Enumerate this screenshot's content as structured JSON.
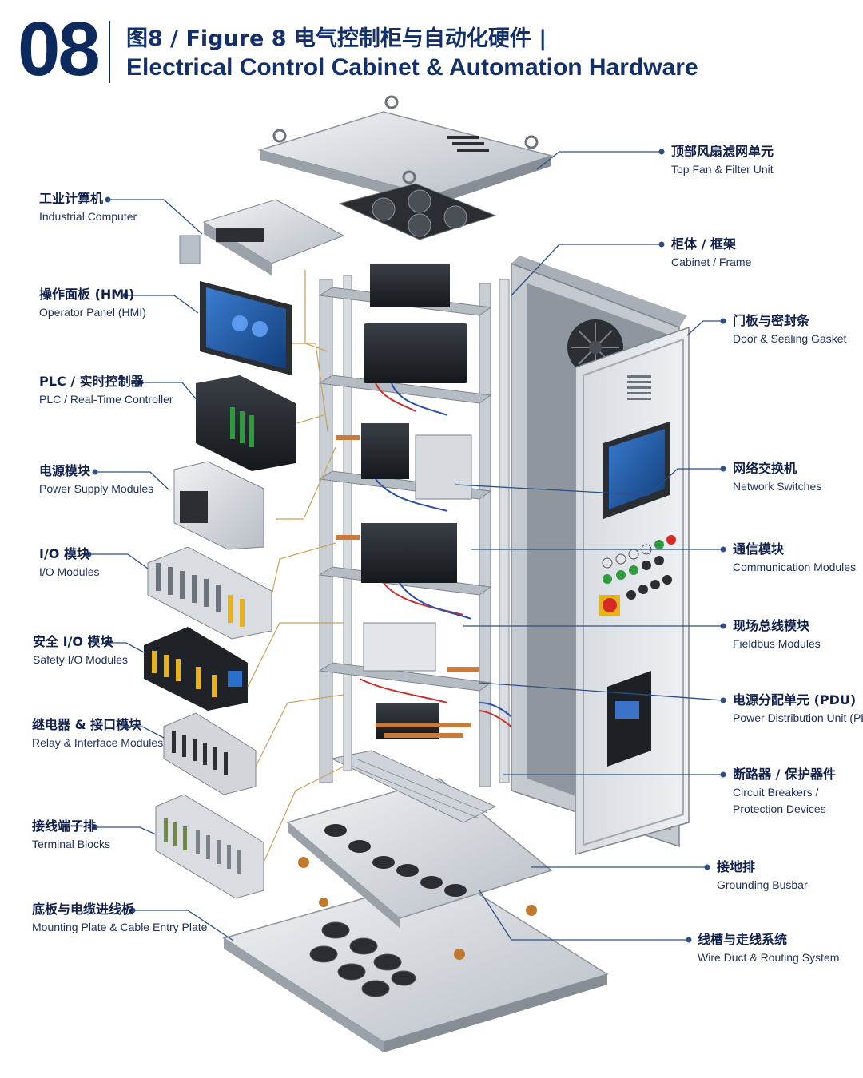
{
  "header": {
    "figure_number": "08",
    "title_cn": "图8 / Figure 8  电气控制柜与自动化硬件 |",
    "title_en": "Electrical  Control Cabinet & Automation Hardware"
  },
  "colors": {
    "navy": "#0d2a5e",
    "leader_line": "#2e4f86",
    "metal_light": "#e4e7eb",
    "metal_mid": "#b9bfc7",
    "metal_dark": "#6c737c",
    "module_black": "#1f2328",
    "hmi_screen": "#1e5ba8",
    "wire_red": "#c8322d",
    "wire_blue": "#2a4fa8",
    "copper": "#c77a3a",
    "terminal_yellow": "#e8b318",
    "emergency_red": "#d62b22",
    "led_green": "#2f9a3e"
  },
  "labels_left": [
    {
      "id": "industrial-computer",
      "cn": "工业计算机",
      "en": "Industrial Computer"
    },
    {
      "id": "operator-panel",
      "cn": "操作面板 (HMI)",
      "en": "Operator Panel (HMI)"
    },
    {
      "id": "plc",
      "cn": "PLC / 实时控制器",
      "en": "PLC / Real-Time Controller"
    },
    {
      "id": "power-supply",
      "cn": "电源模块",
      "en": "Power Supply Modules"
    },
    {
      "id": "io-modules",
      "cn": "I/O 模块",
      "en": "I/O Modules"
    },
    {
      "id": "safety-io",
      "cn": "安全 I/O 模块",
      "en": "Safety I/O Modules"
    },
    {
      "id": "relay-interface",
      "cn": "继电器 & 接口模块",
      "en": "Relay & Interface Modules"
    },
    {
      "id": "terminal-blocks",
      "cn": "接线端子排",
      "en": "Terminal Blocks"
    },
    {
      "id": "mounting-plate",
      "cn": "底板与电缆进线板",
      "en": "Mounting Plate & Cable Entry Plate"
    }
  ],
  "labels_right": [
    {
      "id": "top-fan",
      "cn": "顶部风扇滤网单元",
      "en": "Top Fan & Filter Unit"
    },
    {
      "id": "cabinet-frame",
      "cn": "柜体 / 框架",
      "en": "Cabinet / Frame"
    },
    {
      "id": "door-gasket",
      "cn": "门板与密封条",
      "en": "Door & Sealing Gasket"
    },
    {
      "id": "network-switches",
      "cn": "网络交换机",
      "en": "Network Switches"
    },
    {
      "id": "communication",
      "cn": "通信模块",
      "en": "Communication Modules"
    },
    {
      "id": "fieldbus",
      "cn": "现场总线模块",
      "en": "Fieldbus Modules"
    },
    {
      "id": "pdu",
      "cn": "电源分配单元 (PDU)",
      "en": "Power Distribution Unit (PDU)"
    },
    {
      "id": "circuit-breakers",
      "cn": "断路器 / 保护器件",
      "en": "Circuit Breakers /",
      "en2": "Protection Devices"
    },
    {
      "id": "grounding",
      "cn": "接地排",
      "en": "Grounding Busbar"
    },
    {
      "id": "wire-duct",
      "cn": "线槽与走线系统",
      "en": "Wire Duct & Routing System"
    }
  ]
}
